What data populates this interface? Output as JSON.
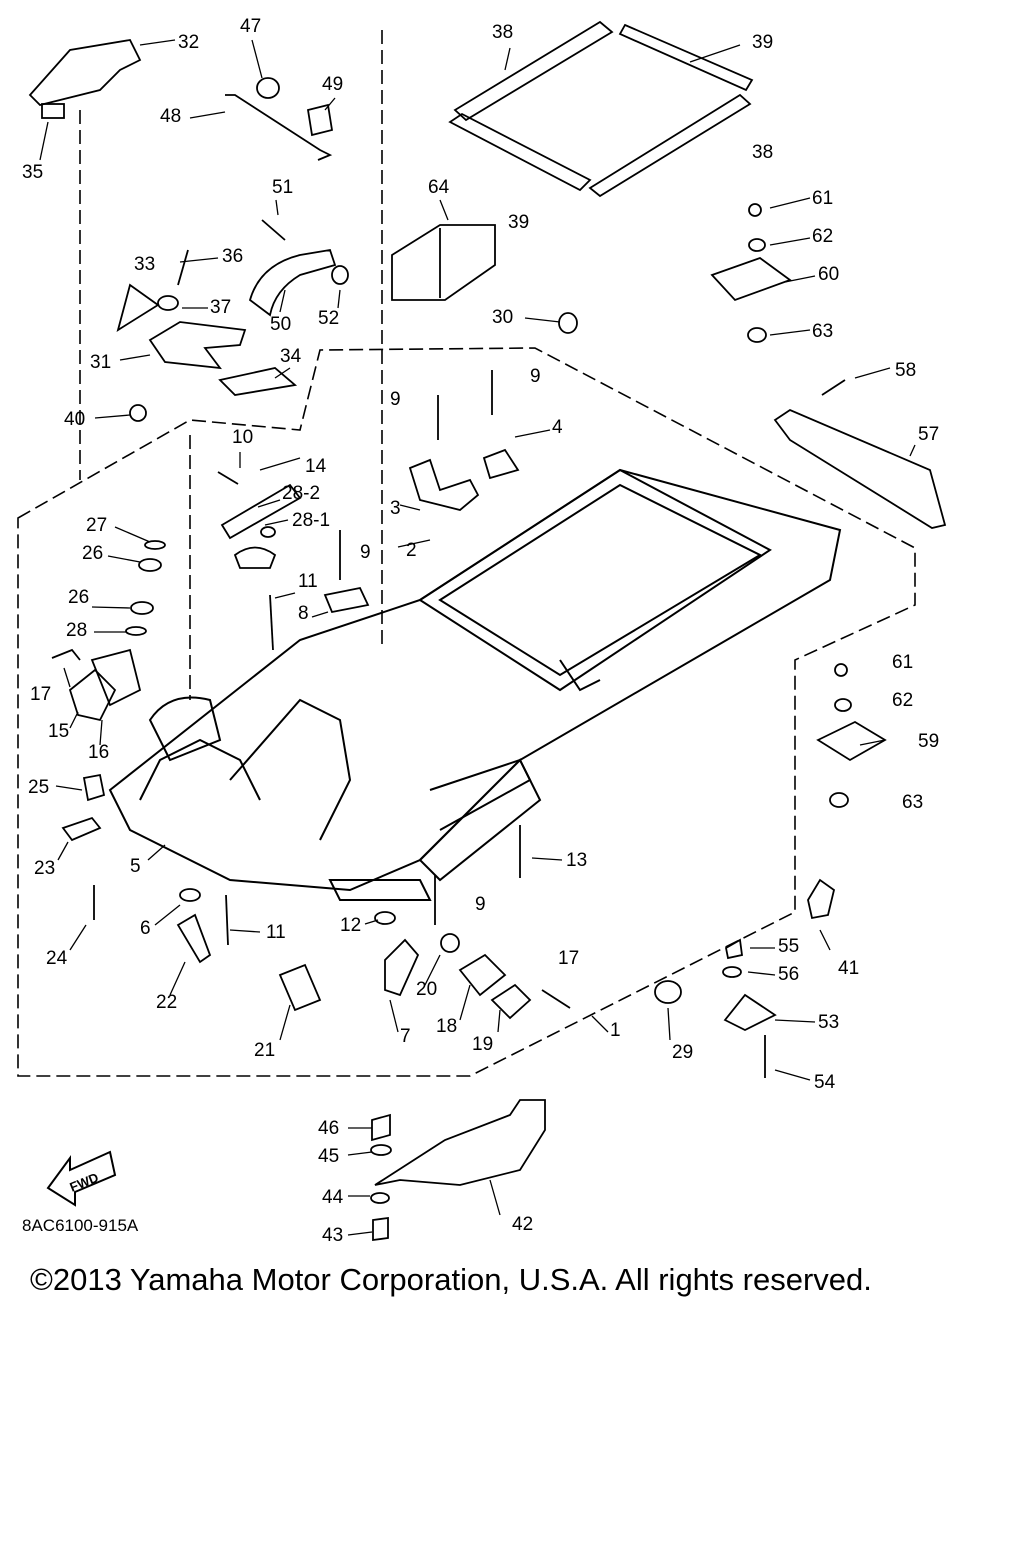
{
  "diagram": {
    "drawing_code": "8AC6100-915A",
    "copyright": "©2013 Yamaha Motor Corporation, U.S.A. All rights reserved.",
    "fwd_label": "FWD",
    "callouts": [
      "1",
      "2",
      "3",
      "4",
      "5",
      "6",
      "7",
      "8",
      "9",
      "10",
      "11",
      "12",
      "13",
      "14",
      "15",
      "16",
      "17",
      "18",
      "19",
      "20",
      "21",
      "22",
      "23",
      "24",
      "25",
      "26",
      "27",
      "28",
      "28-1",
      "28-2",
      "29",
      "30",
      "31",
      "32",
      "33",
      "34",
      "35",
      "36",
      "37",
      "38",
      "39",
      "40",
      "41",
      "42",
      "43",
      "44",
      "45",
      "46",
      "47",
      "48",
      "49",
      "50",
      "51",
      "52",
      "53",
      "54",
      "55",
      "56",
      "57",
      "58",
      "59",
      "60",
      "61",
      "62",
      "63",
      "64"
    ]
  }
}
